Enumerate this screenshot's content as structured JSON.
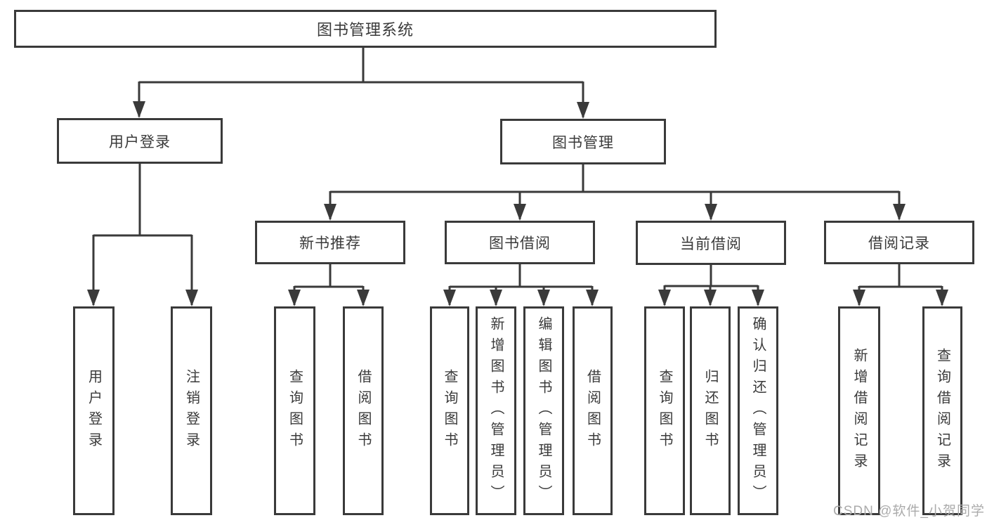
{
  "tree": {
    "label": "图书管理系统",
    "children": [
      {
        "label": "用户登录",
        "children": [
          {
            "label": "用户登录"
          },
          {
            "label": "注销登录"
          }
        ]
      },
      {
        "label": "图书管理",
        "children": [
          {
            "label": "新书推荐",
            "children": [
              {
                "label": "查询图书"
              },
              {
                "label": "借阅图书"
              }
            ]
          },
          {
            "label": "图书借阅",
            "children": [
              {
                "label": "查询图书"
              },
              {
                "label": "新增图书（管理员）"
              },
              {
                "label": "编辑图书（管理员）"
              },
              {
                "label": "借阅图书"
              }
            ]
          },
          {
            "label": "当前借阅",
            "children": [
              {
                "label": "查询图书"
              },
              {
                "label": "归还图书"
              },
              {
                "label": "确认归还（管理员）"
              }
            ]
          },
          {
            "label": "借阅记录",
            "children": [
              {
                "label": "新增借阅记录"
              },
              {
                "label": "查询借阅记录"
              }
            ]
          }
        ]
      }
    ]
  },
  "watermark": {
    "text": "CSDN @软件_小贺同学"
  },
  "colors": {
    "line": "#3a3a3a",
    "text": "#3a3a3a",
    "watermark": "#ababab",
    "background": "#ffffff"
  }
}
